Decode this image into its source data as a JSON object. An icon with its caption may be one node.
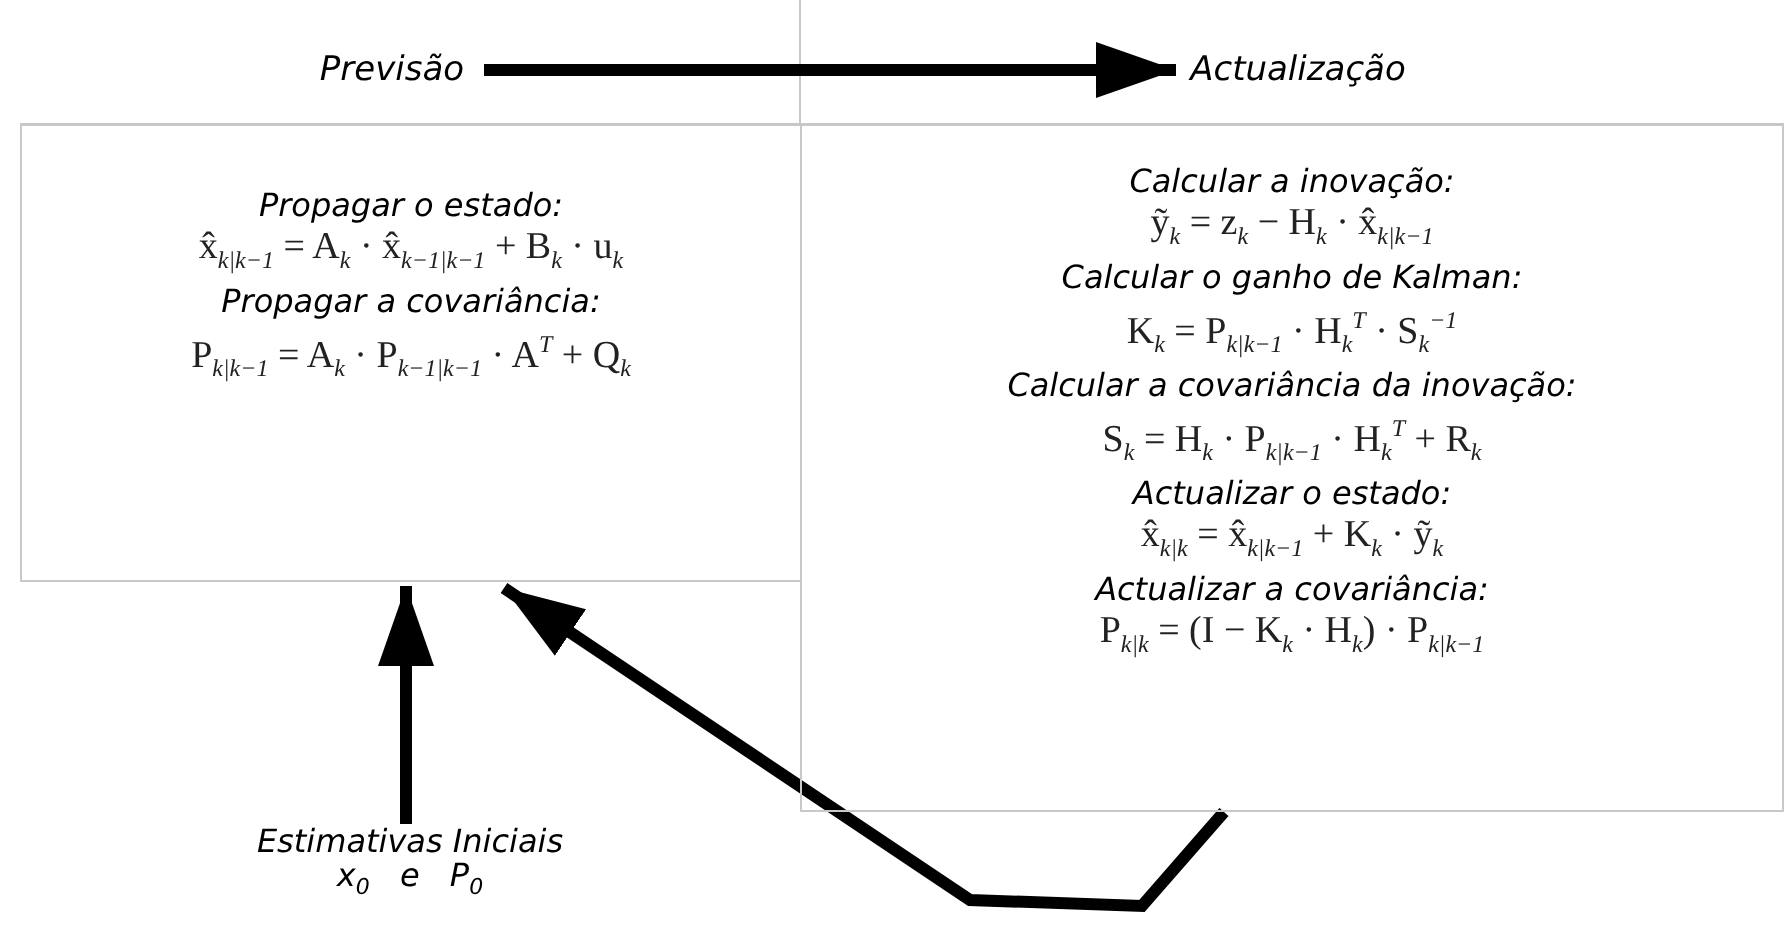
{
  "diagram": {
    "nodes": [
      {
        "text": [
          "Previsão"
        ]
      },
      {
        "text": [
          "Propagar o estado:",
          "x̂$_{k|k−1}$ = A$_{k}$ · x̂$_{k−1|k−1}$ + B$_{k}$ · u$_{k}$",
          "Propagar a covariância:",
          "P$_{k|k−1}$ = A$_{k}$ · P$_{k−1|k−1}$ · A$^{T}$ + Q$_{k}$"
        ]
      },
      {
        "text": [
          "Actualização"
        ]
      },
      {
        "text": [
          "Calcular a inovação:",
          "ỹ$_{k}$ = z$_{k}$ − H$_{k}$ · x̂$_{k|k−1}$",
          "Calcular o ganho de Kalman:",
          "K$_{k}$ = P$_{k|k−1}$ · H$_{k}$$^{T}$ · S$_{k}$$^{−1}$",
          "Calcular a covariância da inovação:",
          "S$_{k}$ = H$_{k}$ · P$_{k|k−1}$ · H$_{k}$$^{T}$ + R$_{k}$",
          "Actualizar o estado:",
          "x̂$_{k|k}$ = x̂$_{k|k−1}$ + K$_{k}$ · ỹ$_{k}$",
          "Actualizar a covariância:",
          "P$_{k|k}$ = (I − K$_{k}$ · H$_{k}$) · P$_{k|k−1}$"
        ]
      },
      {
        "text": [
          "Estimativas Iniciais",
          "x$_{0}$ e P$_{0}$"
        ]
      }
    ],
    "edges": [
      {
        "from": 0,
        "to": 2,
        "arrow": "to"
      },
      {
        "from": 4,
        "to": 1,
        "arrow": "to"
      },
      {
        "from": 3,
        "to": 1,
        "arrow": "to"
      }
    ]
  }
}
